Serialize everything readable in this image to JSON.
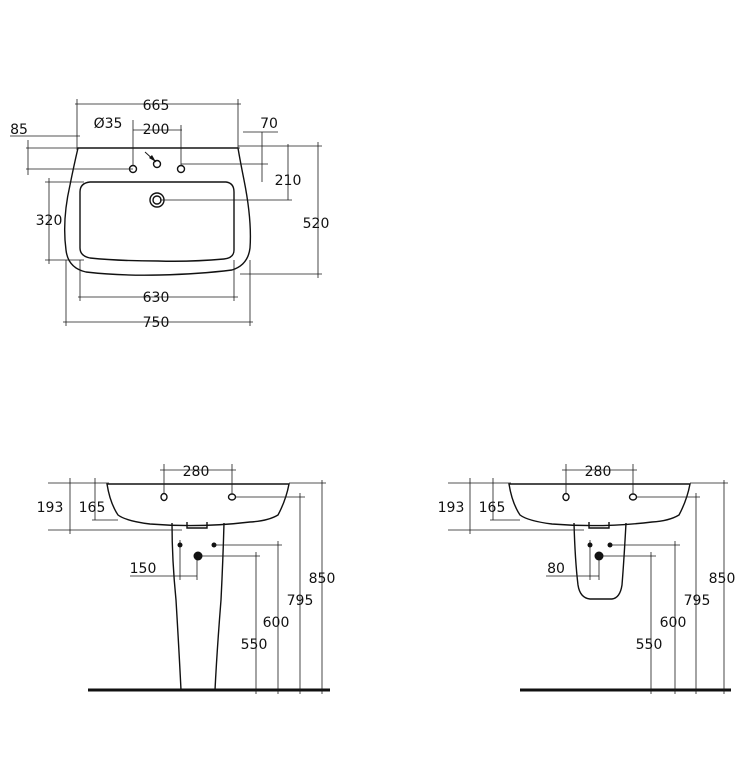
{
  "top_view": {
    "dims": {
      "width_top": "665",
      "tap_hole_diameter": "Ø35",
      "tap_hole_spacing": "200",
      "left_offset": "85",
      "right_offset": "70",
      "tap_depth": "210",
      "bowl_depth": "320",
      "overall_depth": "520",
      "inner_width": "630",
      "overall_width": "750"
    }
  },
  "front_view_pedestal": {
    "dims": {
      "fixing_spacing": "280",
      "height_193": "193",
      "height_165": "165",
      "waste_offset": "150",
      "height_850": "850",
      "height_795": "795",
      "height_600": "600",
      "height_550": "550"
    }
  },
  "front_view_semi_pedestal": {
    "dims": {
      "fixing_spacing": "280",
      "height_193": "193",
      "height_165": "165",
      "waste_offset": "80",
      "height_850": "850",
      "height_795": "795",
      "height_600": "600",
      "height_550": "550"
    }
  }
}
